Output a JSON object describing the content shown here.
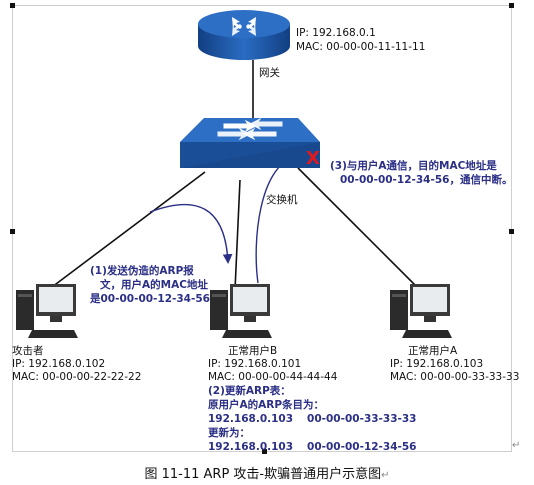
{
  "gateway": {
    "ip": "IP: 192.168.0.1",
    "mac": "MAC: 00-00-00-11-11-11",
    "label": "网关"
  },
  "switch": {
    "label": "交换机"
  },
  "attacker": {
    "label": "攻击者",
    "ip": "IP: 192.168.0.102",
    "mac": "MAC: 00-00-00-22-22-22"
  },
  "user_b": {
    "label": "正常用户B",
    "ip": "IP: 192.168.0.101",
    "mac": "MAC: 00-00-00-44-44-44"
  },
  "user_a": {
    "label": "正常用户A",
    "ip": "IP: 192.168.0.103",
    "mac": "MAC: 00-00-00-33-33-33"
  },
  "step1": {
    "line1": "(1)发送伪造的ARP报",
    "line2": "文，用户A的MAC地址",
    "line3": "是00-00-00-12-34-56"
  },
  "step2": {
    "line1": "(2)更新ARP表：",
    "line2": "原用户A的ARP条目为：",
    "old_ip": "192.168.0.103",
    "old_mac": "00-00-00-33-33-33",
    "line4": "更新为：",
    "new_ip": "192.168.0.103",
    "new_mac": "00-00-00-12-34-56"
  },
  "step3": {
    "line1": "(3)与用户A通信，目的MAC地址是",
    "line2": "00-00-00-12-34-56，通信中断。"
  },
  "blocked_mark": "X",
  "caption": "图 11-11 ARP 攻击-欺骗普通用户示意图",
  "colors": {
    "accent": "#2b2f86",
    "device_blue": "#1d5fb0",
    "x_red": "#e0181d"
  }
}
